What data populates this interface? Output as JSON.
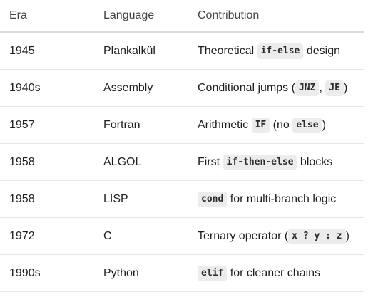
{
  "headers": {
    "era": "Era",
    "language": "Language",
    "contribution": "Contribution"
  },
  "rows": [
    {
      "era": "1945",
      "language": "Plankalkül",
      "contribution": [
        {
          "t": "text",
          "v": "Theoretical "
        },
        {
          "t": "code",
          "v": "if-else"
        },
        {
          "t": "text",
          "v": " design"
        }
      ]
    },
    {
      "era": "1940s",
      "language": "Assembly",
      "contribution": [
        {
          "t": "text",
          "v": "Conditional jumps ("
        },
        {
          "t": "code",
          "v": "JNZ"
        },
        {
          "t": "text",
          "v": ", "
        },
        {
          "t": "code",
          "v": "JE"
        },
        {
          "t": "text",
          "v": ")"
        }
      ]
    },
    {
      "era": "1957",
      "language": "Fortran",
      "contribution": [
        {
          "t": "text",
          "v": "Arithmetic "
        },
        {
          "t": "code",
          "v": "IF"
        },
        {
          "t": "text",
          "v": " (no "
        },
        {
          "t": "code",
          "v": "else"
        },
        {
          "t": "text",
          "v": ")"
        }
      ]
    },
    {
      "era": "1958",
      "language": "ALGOL",
      "contribution": [
        {
          "t": "text",
          "v": "First "
        },
        {
          "t": "code",
          "v": "if-then-else"
        },
        {
          "t": "text",
          "v": " blocks"
        }
      ]
    },
    {
      "era": "1958",
      "language": "LISP",
      "contribution": [
        {
          "t": "code",
          "v": "cond"
        },
        {
          "t": "text",
          "v": " for multi-branch logic"
        }
      ]
    },
    {
      "era": "1972",
      "language": "C",
      "contribution": [
        {
          "t": "text",
          "v": "Ternary operator ("
        },
        {
          "t": "code",
          "v": "x ? y : z"
        },
        {
          "t": "text",
          "v": ")"
        }
      ]
    },
    {
      "era": "1990s",
      "language": "Python",
      "contribution": [
        {
          "t": "code",
          "v": "elif"
        },
        {
          "t": "text",
          "v": " for cleaner chains"
        }
      ]
    }
  ]
}
